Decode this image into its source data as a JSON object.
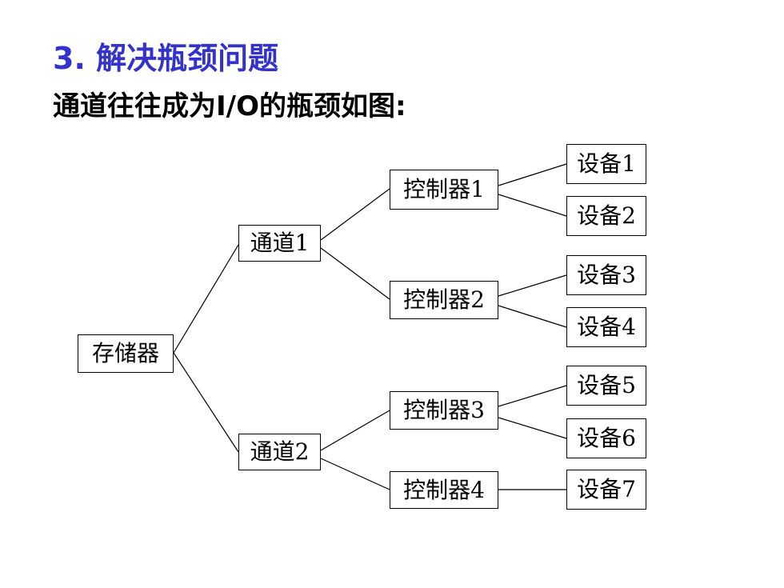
{
  "colors": {
    "title": "#3333cc",
    "text": "#000000",
    "line": "#000000"
  },
  "heading": {
    "title": "3. 解决瓶颈问题",
    "subtitle": "通道往往成为I/O的瓶颈如图:"
  },
  "tree": {
    "root": {
      "label": "存储器"
    },
    "channels": [
      {
        "label": "通道1",
        "controllers": [
          {
            "label": "控制器1",
            "devices": [
              "设备1",
              "设备2"
            ]
          },
          {
            "label": "控制器2",
            "devices": [
              "设备3",
              "设备4"
            ]
          }
        ]
      },
      {
        "label": "通道2",
        "controllers": [
          {
            "label": "控制器3",
            "devices": [
              "设备5",
              "设备6"
            ]
          },
          {
            "label": "控制器4",
            "devices": [
              "设备7"
            ]
          }
        ]
      }
    ]
  }
}
